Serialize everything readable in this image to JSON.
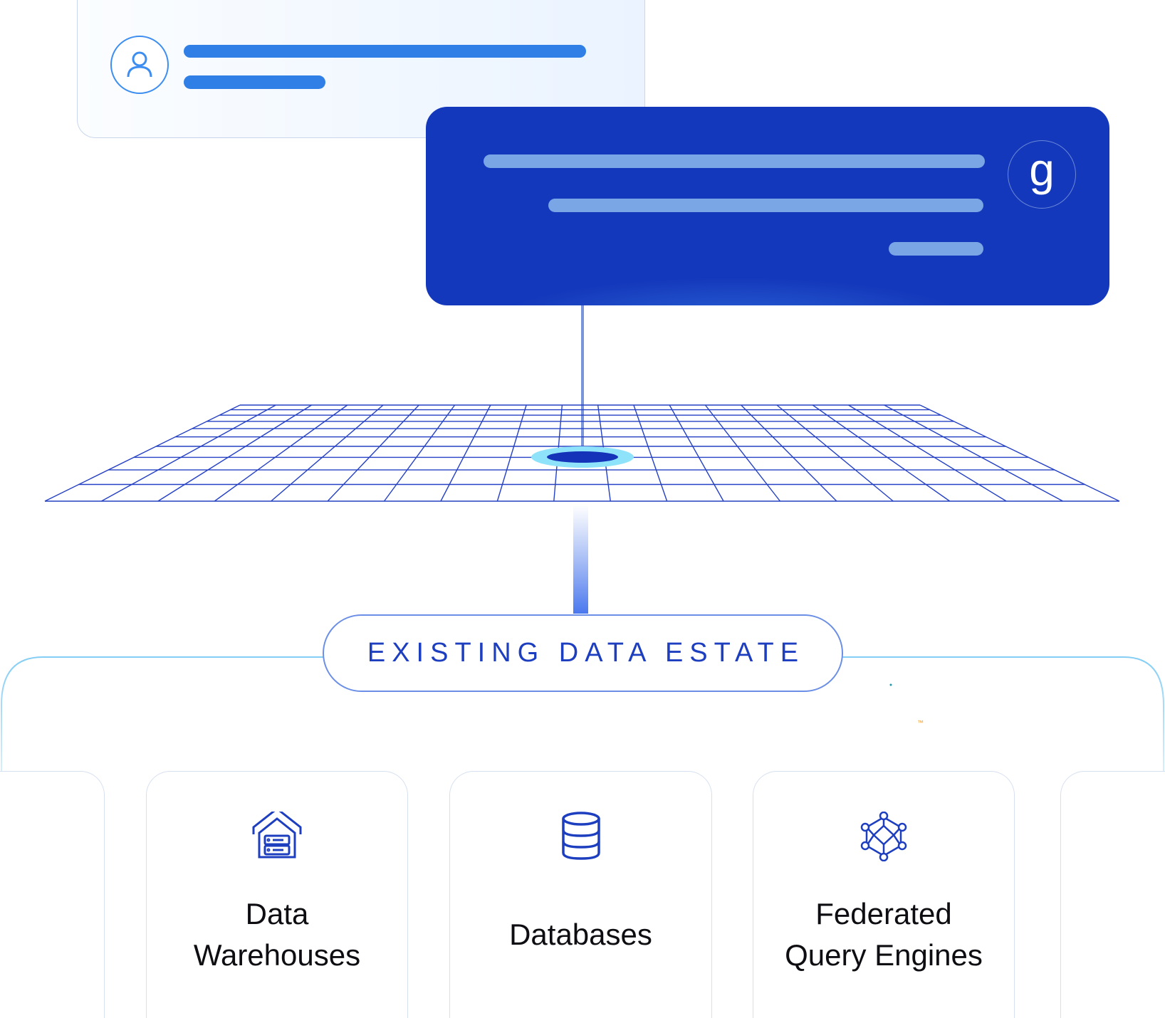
{
  "diagram": {
    "estate_label": "EXISTING DATA ESTATE",
    "brand_glyph": "g",
    "trademark": "™",
    "sources": [
      {
        "label_line1": "Data",
        "label_line2": "Warehouses",
        "icon": "warehouse-icon"
      },
      {
        "label_line1": "Databases",
        "label_line2": "",
        "icon": "database-icon"
      },
      {
        "label_line1": "Federated",
        "label_line2": "Query Engines",
        "icon": "network-cube-icon"
      }
    ],
    "colors": {
      "primary": "#1438bb",
      "accent": "#2f7fe6",
      "light": "#7ab0e8",
      "bracket": "#84cdf5"
    }
  }
}
